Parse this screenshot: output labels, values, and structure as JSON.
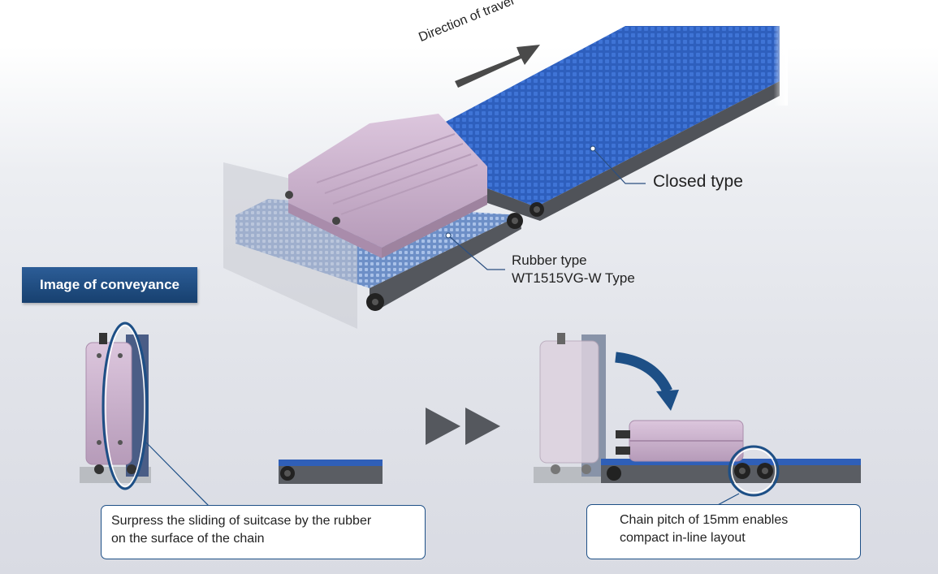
{
  "labels": {
    "direction": "Direction of travel",
    "closed": "Closed type",
    "rubber_line1": "Rubber type",
    "rubber_line2": "WT1515VG-W Type"
  },
  "badge": "Image of conveyance",
  "callouts": {
    "left": [
      "Surpress the sliding of suitcase by the rubber",
      "on the surface of the chain"
    ],
    "right": [
      "Chain pitch of 15mm enables",
      "compact in-line layout"
    ]
  },
  "colors": {
    "belt_blue": "#2f5fb8",
    "frame_gray": "#5a5d63",
    "suitcase": "#cdb6cf",
    "accent": "#1d4f86"
  }
}
